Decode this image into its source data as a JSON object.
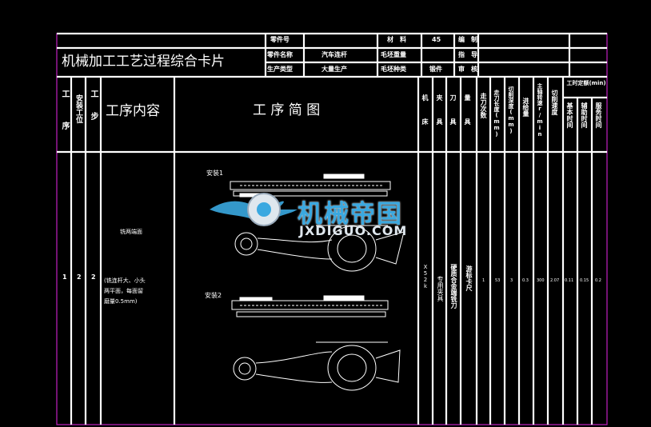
{
  "title": "机械加工工艺过程综合卡片",
  "header": {
    "part_no_label": "零件号",
    "part_no_value": "",
    "part_name_label": "零件名称",
    "part_name_value": "汽车连杆",
    "prod_type_label": "生产类型",
    "prod_type_value": "大量生产",
    "material_label": "材　料",
    "material_value": "45",
    "blank_weight_label": "毛坯重量",
    "blank_weight_value": "",
    "blank_type_label": "毛坯种类",
    "blank_type_value": "锻件",
    "compile_label": "编　制",
    "guide_label": "指　导",
    "review_label": "审　核"
  },
  "columns": {
    "process": "工序",
    "install": "安装工位",
    "step": "工步",
    "content": "工序内容",
    "sketch": "工 序 简 图",
    "machine": "机床",
    "fixture": "夹具",
    "tool": "刀具",
    "gauge": "量具",
    "passes": "走刀次数",
    "length": "走刀长度(mm)",
    "depth": "切削深度(mm)",
    "feed": "进给量",
    "speed": "主轴转速r/min",
    "cut_speed": "切削速度",
    "time_quota": "工时定额(min)",
    "basic_time": "基本时间",
    "aux_time": "辅助时间",
    "service_time": "服务时间"
  },
  "row": {
    "process": "1",
    "install": "2",
    "step": "2",
    "content_title": "铣两端面",
    "content_note_1": "(铣连杆大、小头",
    "content_note_2": "两平面，每面留",
    "content_note_3": "磨量0.5mm)",
    "machine": "X52k",
    "fixture": "专用夹具",
    "tool": "硬质合金端铣刀",
    "gauge": "游标卡尺",
    "passes": "1",
    "length": "53",
    "depth": "3",
    "feed": "0.3",
    "speed": "300",
    "cut_speed": "2.07",
    "basic_time": "0.11",
    "aux_time": "0.15",
    "service_time": "0.2"
  },
  "sketch": {
    "install1": "安装1",
    "install2": "安装2"
  },
  "watermark": {
    "cn": "机械帝国",
    "en": "JXDIGUO.COM"
  },
  "colors": {
    "border": "#c020c0",
    "lines": "#ffffff",
    "watermark_blue": "#3aa8e0"
  }
}
